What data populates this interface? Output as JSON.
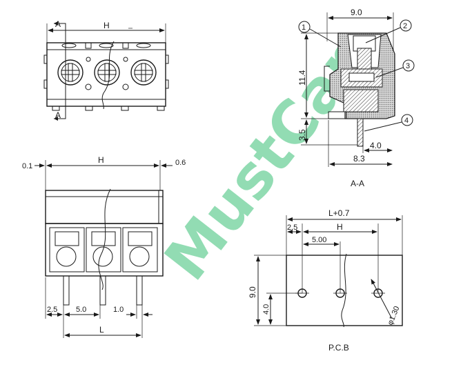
{
  "labels": {
    "top_section_a_top": "A",
    "top_section_a_bottom": "A",
    "top_width": "H",
    "front_left_offset": "0.1",
    "front_width": "H",
    "front_right_offset": "0.6",
    "front_pitch_left": "2.5",
    "front_pitch": "5.0",
    "front_pin": "1.0",
    "front_length": "L",
    "sec_width": "9.0",
    "sec_height": "11.4",
    "sec_pin_height": "3.5",
    "sec_pin_offset": "4.0",
    "sec_base": "8.3",
    "sec_title": "A-A",
    "callout_1": "1",
    "callout_2": "2",
    "callout_3": "3",
    "callout_4": "4",
    "pcb_total": "L+0.7",
    "pcb_left_offset": "2.5",
    "pcb_h": "H",
    "pcb_pitch": "5.00",
    "pcb_height": "9.0",
    "pcb_hole_y": "4.0",
    "pcb_hole_dia": "φ1.30",
    "pcb_title": "P.C.B"
  },
  "watermark": {
    "text": "MustCar",
    "colors": {
      "green": "#7fd6a6",
      "orange": "#f2a35a"
    }
  },
  "colors": {
    "line": "#1a1a1a",
    "hatch": "#9a9a9a",
    "background": "#ffffff"
  }
}
